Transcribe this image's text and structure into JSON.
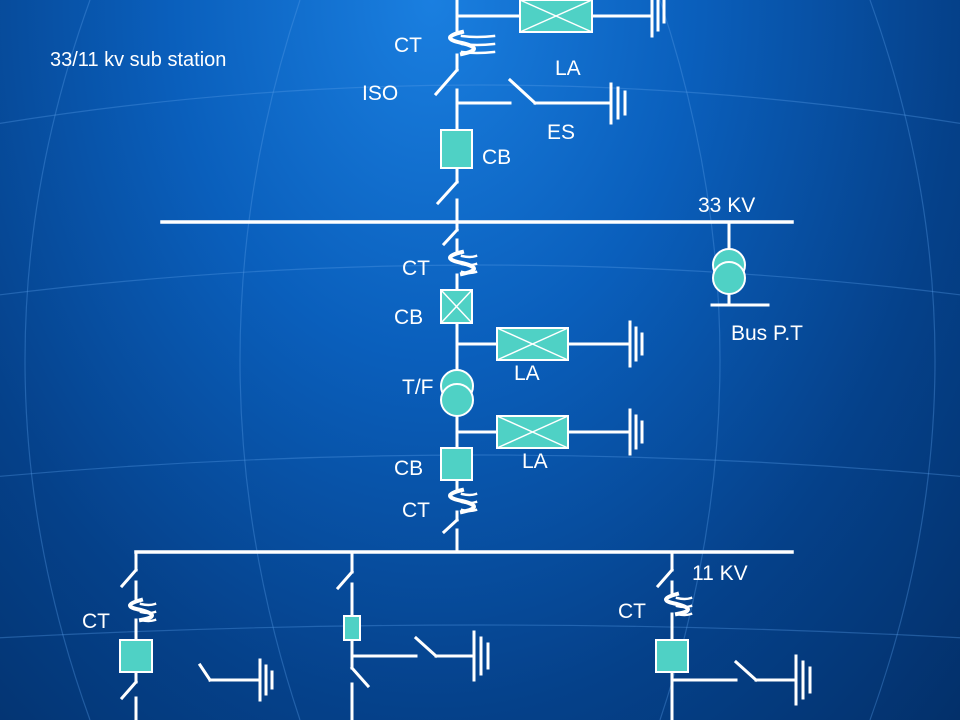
{
  "title": "33/11 kv sub station",
  "labels": {
    "ct_top": "CT",
    "la_top": "LA",
    "iso": "ISO",
    "es": "ES",
    "cb_top": "CB",
    "bus_33": "33 KV",
    "ct_mid": "CT",
    "cb_mid": "CB",
    "bus_pt": "Bus P.T",
    "la_mid1": "LA",
    "tf": "T/F",
    "la_mid2": "LA",
    "cb_low": "CB",
    "ct_low": "CT",
    "bus_11": "11 KV",
    "ct_feeder_left": "CT",
    "ct_feeder_right": "CT"
  },
  "colors": {
    "background_top": "#1a7fe0",
    "background_bottom": "#03306a",
    "line": "#ffffff",
    "equipment_fill": "#4fd1c5"
  }
}
